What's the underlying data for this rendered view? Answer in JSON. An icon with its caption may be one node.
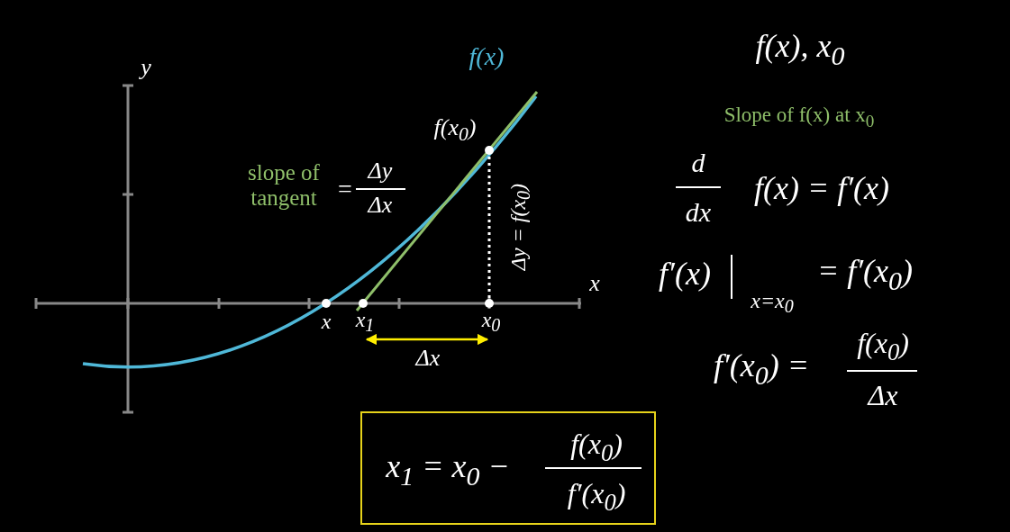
{
  "diagram": {
    "nodes": [
      {
        "text": [
          "x$_{1}$ = x$_{0}$ −",
          "f(x$_{0}$)",
          "f′(x$_{0}$)"
        ]
      }
    ],
    "labels": [
      "y",
      "f(x)",
      "f(x), x$_{0}$",
      "f(x$_{0}$)",
      "Slope of f(x) at x$_{0}$",
      "slope of tangent",
      "=",
      "Δy",
      "Δx",
      "d",
      "dx",
      "f(x) = f′(x)",
      "Δy = f(x$_{0}$)",
      "x",
      "f′(x)",
      "x=x$_{0}$",
      "= f′(x$_{0}$)",
      "x",
      "x$_{1}$",
      "x$_{0}$",
      "Δx",
      "f′(x$_{0}$) =",
      "f(x$_{0}$)",
      "Δx"
    ]
  }
}
